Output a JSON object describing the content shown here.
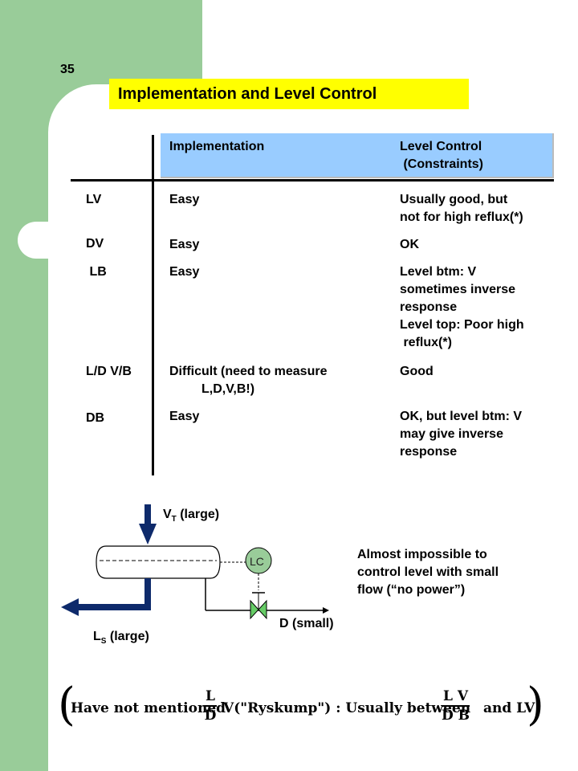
{
  "slide_number": "35",
  "title": "Implementation and Level Control",
  "table": {
    "headers": {
      "implementation": "Implementation",
      "level_control": "Level Control\n (Constraints)"
    },
    "rows": [
      {
        "config": "LV",
        "implementation": "Easy",
        "level_control": "Usually good, but\nnot for high reflux(*)"
      },
      {
        "config": "DV",
        "implementation": "Easy",
        "level_control": "OK"
      },
      {
        "config": " LB",
        "implementation": "Easy",
        "level_control": "Level btm: V\nsometimes inverse\nresponse\nLevel top: Poor high\n reflux(*)"
      },
      {
        "config": "L/D V/B",
        "implementation": "Difficult (need to measure\n         L,D,V,B!)",
        "level_control": "Good"
      },
      {
        "config": "DB",
        "implementation": "Easy",
        "level_control": "OK, but level btm: V\nmay give inverse\nresponse"
      }
    ]
  },
  "diagram": {
    "vt_label": "V",
    "vt_sub": "T",
    "vt_suffix": " (large)",
    "ls_label": "L",
    "ls_sub": "S",
    "ls_suffix": " (large)",
    "d_label": "D (small)",
    "lc_label": "LC",
    "note": "Almost impossible to\ncontrol level with small\nflow (“no power”)",
    "colors": {
      "line": "#0e2a6b",
      "valve": "#66cc66",
      "lc_fill": "#99cc99"
    }
  },
  "formula": {
    "part1": "Have not  mentioned",
    "frac1_num": "L",
    "frac1_den": "D",
    "part2": "V(\"Ryskump\") : Usually between",
    "frac2_num": "L V",
    "frac2_den": "D B",
    "part3": "and  LV"
  }
}
